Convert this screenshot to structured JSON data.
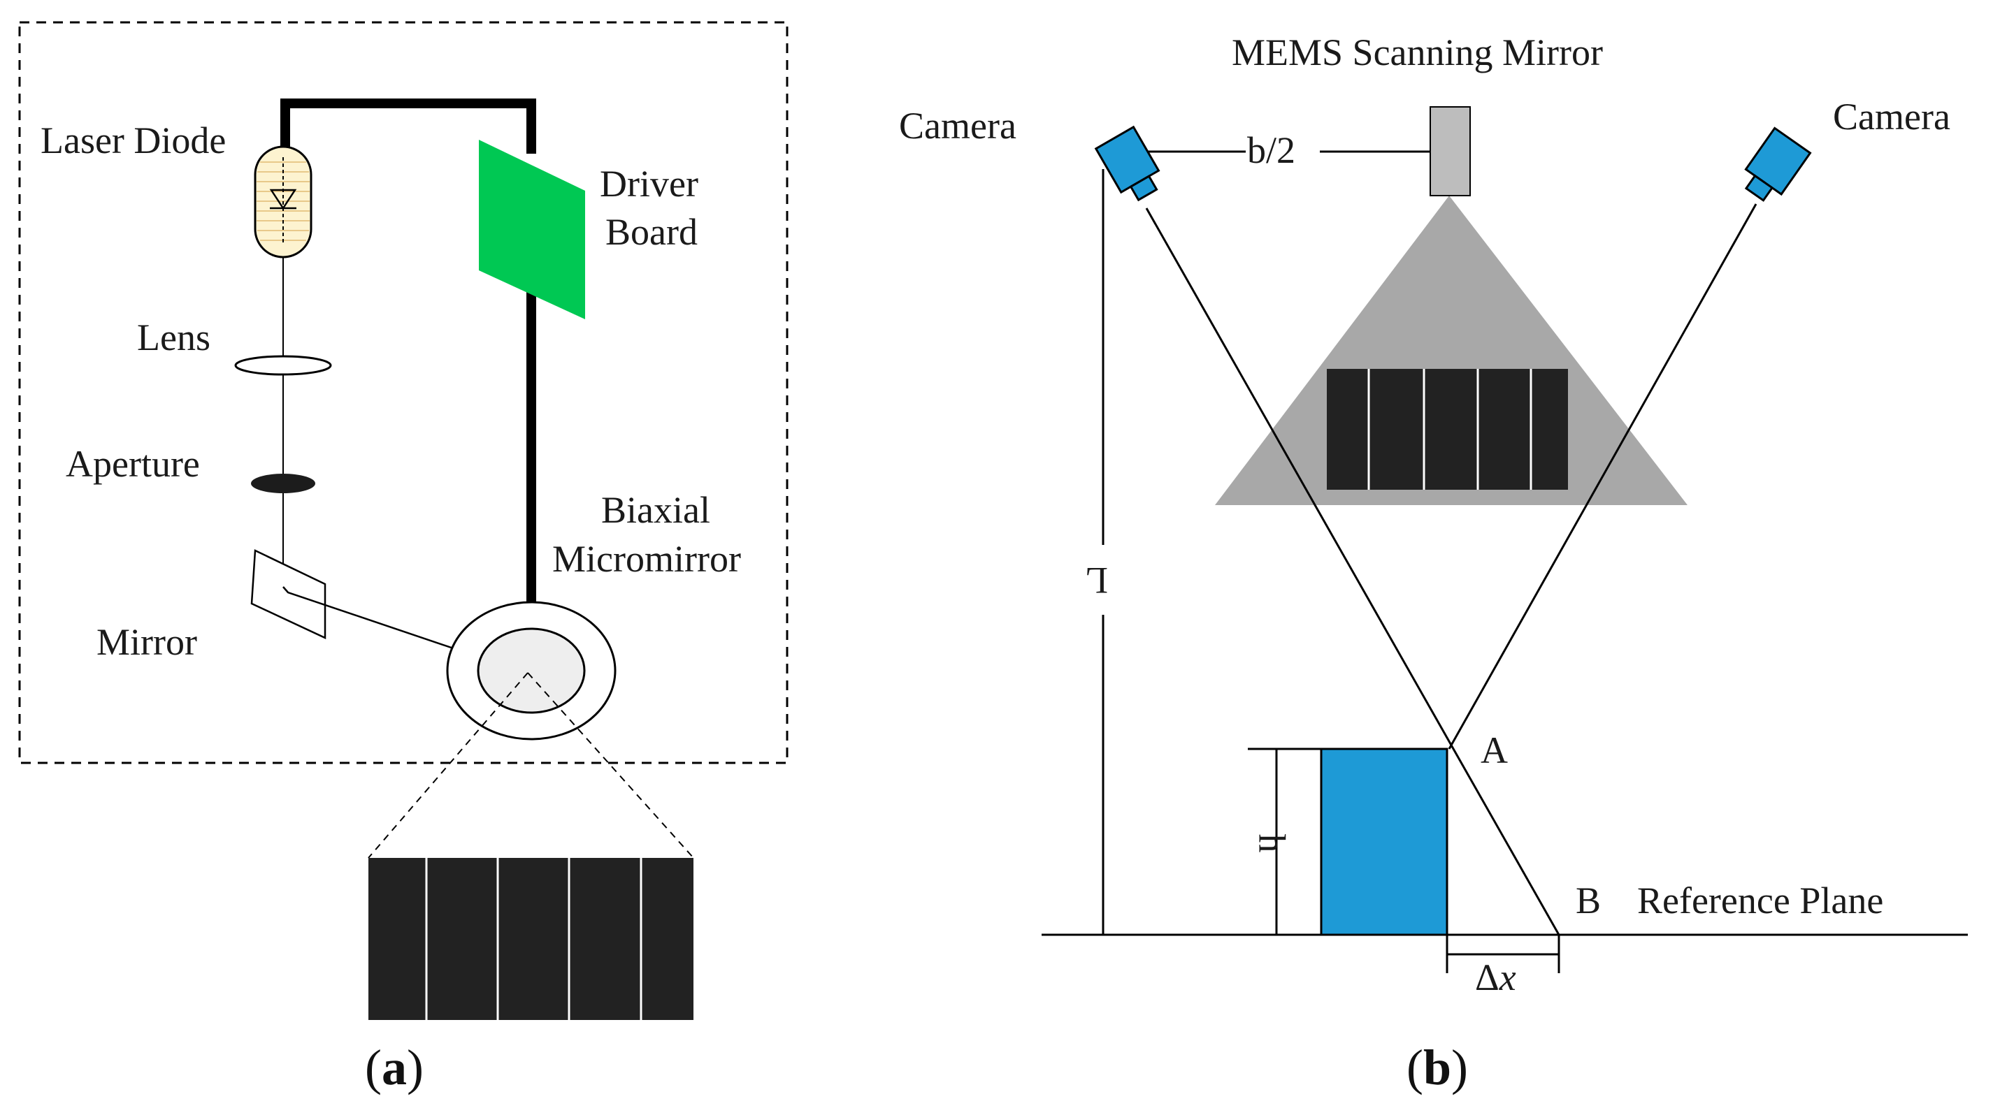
{
  "panel_a": {
    "caption_letter": "a",
    "labels": {
      "laser_diode": "Laser Diode",
      "driver_board_line1": "Driver",
      "driver_board_line2": "Board",
      "lens": "Lens",
      "aperture": "Aperture",
      "biaxial_line1": "Biaxial",
      "biaxial_line2": "Micromirror",
      "mirror": "Mirror"
    }
  },
  "panel_b": {
    "caption_letter": "b",
    "labels": {
      "mems": "MEMS Scanning Mirror",
      "camera_left": "Camera",
      "camera_right": "Camera",
      "baseline": "b/2",
      "distance": "L",
      "point_a": "A",
      "point_b": "B",
      "height": "h",
      "reference_plane": "Reference Plane",
      "delta_symbol": "Δ",
      "delta_var": "x"
    }
  },
  "colors": {
    "line": "#000000",
    "driver_board": "#00c853",
    "camera": "#1e9ad6",
    "object": "#1e9ad6",
    "mems": "#bdbdbd",
    "projection": "#a8a8a8",
    "pattern": "#222222",
    "laser": "#fdf3d0"
  }
}
